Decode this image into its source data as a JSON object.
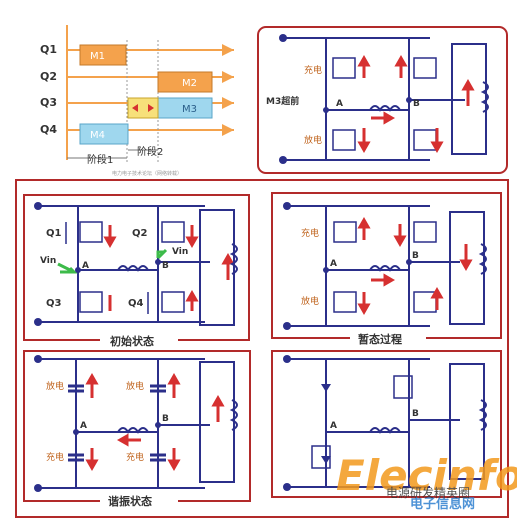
{
  "timing": {
    "rows": [
      "Q1",
      "Q2",
      "Q3",
      "Q4"
    ],
    "bars": [
      "M1",
      "M2",
      "M3",
      "M4"
    ],
    "phases": [
      "阶段1",
      "阶段2"
    ],
    "source_note": "电力电子技术论坛（网络转载）"
  },
  "panel_top_right": {
    "mode_label": "M3超前",
    "charge": "充电",
    "discharge": "放电",
    "node_a": "A",
    "node_b": "B"
  },
  "panel_initial": {
    "caption": "初始状态",
    "switches": [
      "Q1",
      "Q2",
      "Q3",
      "Q4"
    ],
    "vin_left": "Vin",
    "vin_right": "Vin",
    "node_a": "A",
    "node_b": "B"
  },
  "panel_transient": {
    "caption": "暂态过程",
    "charge": "充电",
    "discharge": "放电",
    "node_a": "A",
    "node_b": "B"
  },
  "panel_resonant": {
    "caption": "谐振状态",
    "charge": "充电",
    "discharge": "放电",
    "node_a": "A",
    "node_b": "B"
  },
  "panel_final": {
    "node_a": "A",
    "node_b": "B"
  },
  "watermark": {
    "logo": "Elecinfo",
    "subtitle": "电子信息网",
    "source": "电源研发精英圈"
  },
  "colors": {
    "panel_border": "#b22a2a",
    "wire": "#2b2f8a",
    "arrow": "#d63030",
    "label": "#c0641e",
    "timing_bar": "#f4a24c",
    "timing_bar_alt": "#9fd7ee",
    "wm_orange": "#f39a1d",
    "wm_blue": "#2f7fd0"
  }
}
